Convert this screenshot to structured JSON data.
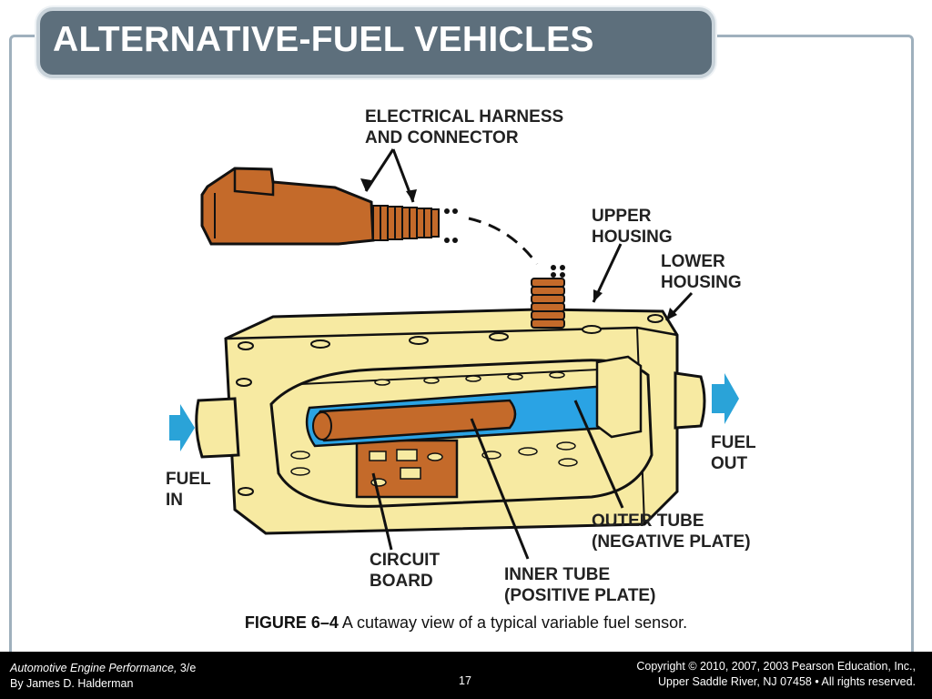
{
  "slide": {
    "title": "ALTERNATIVE-FUEL VEHICLES"
  },
  "diagram": {
    "labels": {
      "harness_line1": "ELECTRICAL HARNESS",
      "harness_line2": "AND CONNECTOR",
      "upper_line1": "UPPER",
      "upper_line2": "HOUSING",
      "lower_line1": "LOWER",
      "lower_line2": "HOUSING",
      "fuel_out_line1": "FUEL",
      "fuel_out_line2": "OUT",
      "fuel_in_line1": "FUEL",
      "fuel_in_line2": "IN",
      "outer_line1": "OUTER TUBE",
      "outer_line2": "(NEGATIVE PLATE)",
      "circuit_line1": "CIRCUIT",
      "circuit_line2": "BOARD",
      "inner_line1": "INNER TUBE",
      "inner_line2": "(POSITIVE PLATE)"
    },
    "colors": {
      "housing": "#f7eaa2",
      "copper": "#c46a2a",
      "tube_blue": "#2aa3e4",
      "arrow_blue": "#2aa3d8"
    }
  },
  "caption": {
    "figure": "FIGURE 6–4",
    "text": " A cutaway view of a typical variable fuel sensor."
  },
  "footer": {
    "book_title": "Automotive Engine Performance,",
    "edition": " 3/e",
    "author": "By James D. Halderman",
    "page": "17",
    "copyright_line1": "Copyright © 2010, 2007, 2003 Pearson Education, Inc.,",
    "copyright_line2": "Upper Saddle River, NJ 07458 • All rights reserved."
  }
}
